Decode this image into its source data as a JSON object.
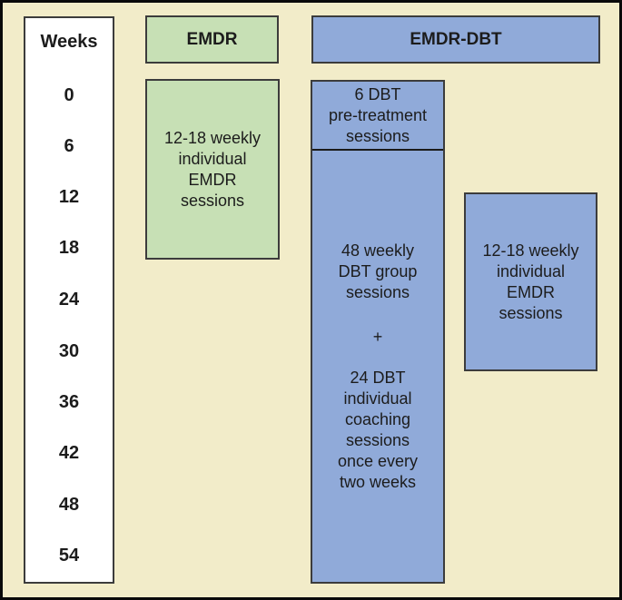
{
  "palette": {
    "background": "#f2ecc9",
    "green": "#c7e0b5",
    "blue": "#90aad9",
    "weeks_bg": "#ffffff",
    "box_border": "#3c3c3c",
    "outer_border": "#0a0a0a",
    "text": "#1c1c1c"
  },
  "weeks_axis": {
    "title": "Weeks",
    "ticks": [
      "0",
      "6",
      "12",
      "18",
      "24",
      "30",
      "36",
      "42",
      "48",
      "54"
    ]
  },
  "emdr_arm": {
    "header": "EMDR",
    "sessions_box": {
      "lines": [
        "12-18 weekly",
        "individual",
        "EMDR",
        "sessions"
      ]
    }
  },
  "emdr_dbt_arm": {
    "header": "EMDR-DBT",
    "pretreatment_box": {
      "lines": [
        "6 DBT",
        "pre-treatment",
        "sessions"
      ]
    },
    "main_box": {
      "group_lines": [
        "48 weekly",
        "DBT group",
        "sessions"
      ],
      "plus": "+",
      "coaching_lines": [
        "24 DBT",
        "individual",
        "coaching",
        "sessions",
        "once every",
        "two weeks"
      ]
    },
    "emdr_sessions_box": {
      "lines": [
        "12-18 weekly",
        "individual",
        "EMDR",
        "sessions"
      ]
    }
  }
}
